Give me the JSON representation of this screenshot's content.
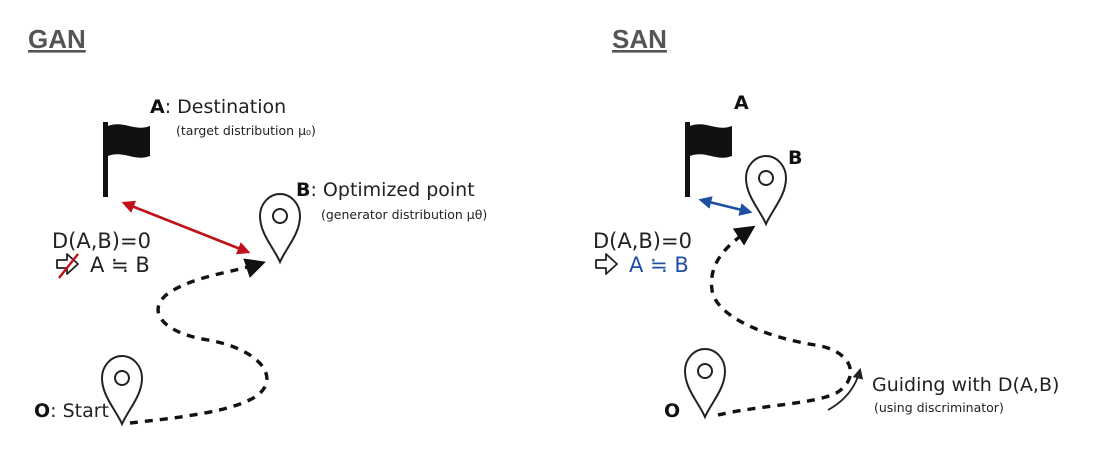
{
  "gan": {
    "title": "GAN",
    "a_letter": "A",
    "a_label": ": Destination",
    "a_sub": "(target distribution μ₀)",
    "b_letter": "B",
    "b_label": ": Optimized point",
    "b_sub": "(generator distribution μθ)",
    "o_letter": "O",
    "o_label": ": Start",
    "equation": "D(A,B)=0",
    "implication": "A ≒ B",
    "colors": {
      "distance_arrow": "#c0111a",
      "implication": "#222222"
    }
  },
  "san": {
    "title": "SAN",
    "a_letter": "A",
    "b_letter": "B",
    "o_letter": "O",
    "equation": "D(A,B)=0",
    "implication": "A ≒ B",
    "guiding_label": "Guiding with D(A,B)",
    "guiding_sub": "(using discriminator)",
    "colors": {
      "distance_arrow": "#1f4ea3",
      "implication": "#1f4ea3"
    }
  },
  "icons": [
    "flag-icon",
    "map-pin-icon",
    "outline-arrow-icon"
  ]
}
